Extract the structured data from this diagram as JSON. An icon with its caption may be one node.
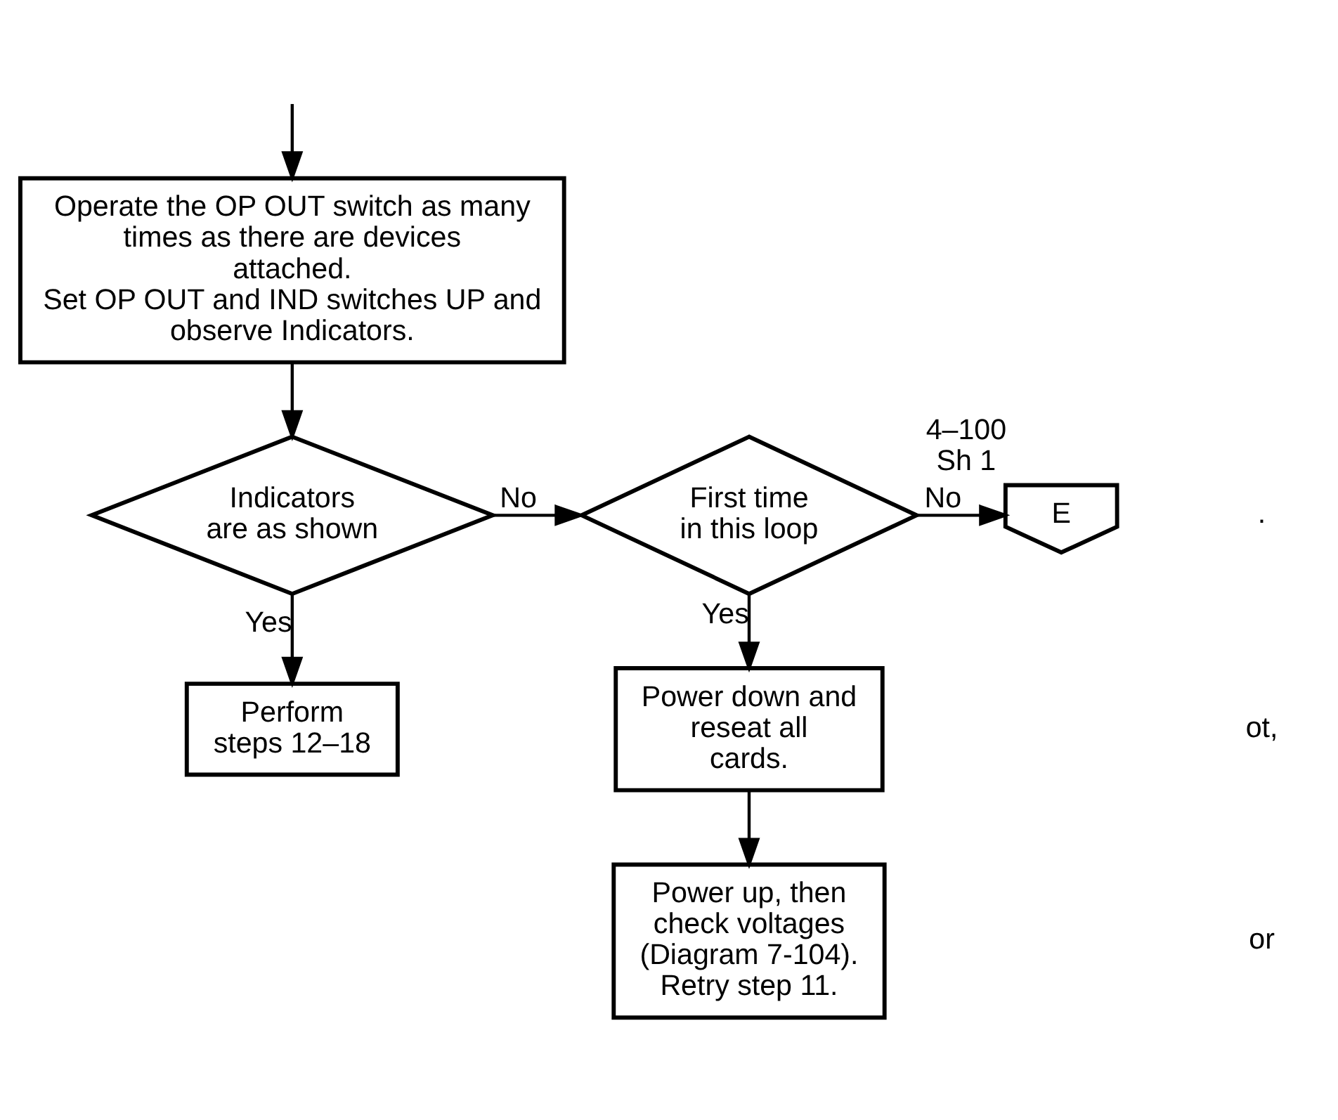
{
  "diagram": {
    "nodes": [
      {
        "text": [
          "Operate the OP OUT switch as many times as there are devices attached.",
          "Set OP OUT and IND switches UP and observe Indicators."
        ]
      },
      {
        "text": [
          "Indicators are as shown"
        ]
      },
      {
        "text": [
          "First time in this loop"
        ]
      },
      {
        "text": [
          "Perform steps 12–18"
        ]
      },
      {
        "text": [
          "Power down and reseat all cards."
        ]
      },
      {
        "text": [
          "Power up, then check voltages (Diagram 7-104). Retry step 11."
        ]
      },
      {
        "text": [
          "E"
        ],
        "beside": [
          "4–100 Sh 1"
        ]
      }
    ],
    "edges": [
      {
        "from": null,
        "to": 0,
        "arrow": "to"
      },
      {
        "from": 0,
        "to": 1,
        "arrow": "to"
      },
      {
        "from": 1,
        "to": 2,
        "label": "No",
        "arrow": "to"
      },
      {
        "from": 1,
        "to": 3,
        "label": "Yes",
        "arrow": "to"
      },
      {
        "from": 2,
        "to": 6,
        "label": "No",
        "arrow": "to"
      },
      {
        "from": 2,
        "to": 4,
        "label": "Yes",
        "arrow": "to"
      },
      {
        "from": 4,
        "to": 5,
        "arrow": "to"
      }
    ],
    "labels": [
      ".",
      "ot,",
      "or"
    ]
  }
}
